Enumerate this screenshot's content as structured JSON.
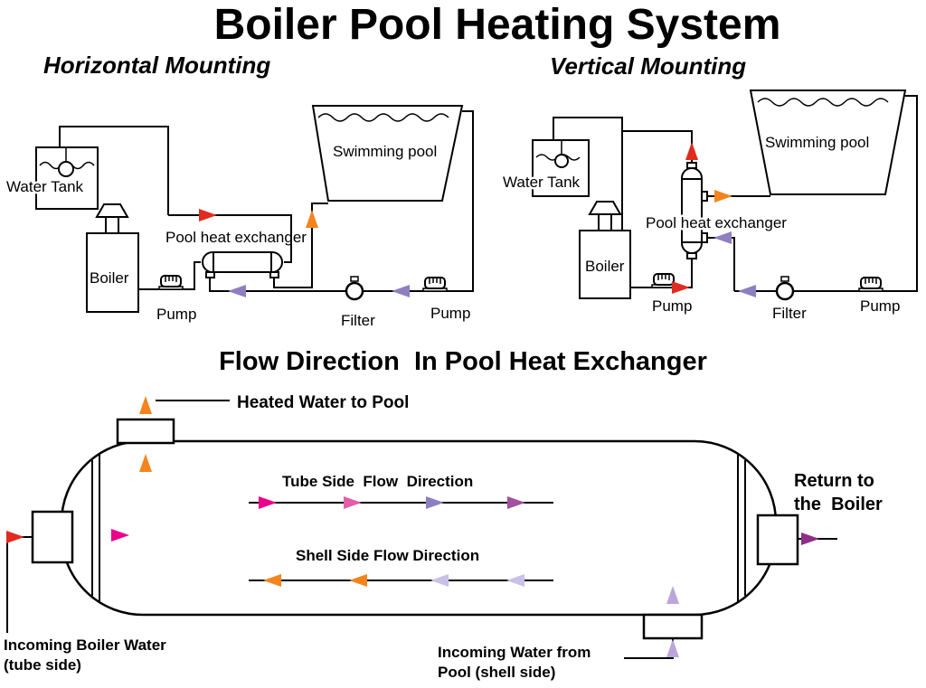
{
  "title": "Boiler Pool Heating System",
  "colors": {
    "green": "#009B48",
    "red": "#E02B20",
    "orange": "#F5841F",
    "magenta": "#EB008B",
    "pink": "#E35FA8",
    "violet": "#8F7FC0",
    "plum": "#A3509E",
    "purple": "#8F2D8B",
    "lavender": "#C9C0E6",
    "light_purple": "#BBA6D9"
  },
  "horizontal": {
    "heading": "Horizontal Mounting",
    "water_tank": "Water Tank",
    "boiler": "Boiler",
    "heat_exchanger": "Pool heat exchanger",
    "pump_left": "Pump",
    "filter": "Filter",
    "pump_right": "Pump",
    "swimming_pool": "Swimming pool"
  },
  "vertical": {
    "heading": "Vertical Mounting",
    "water_tank": "Water Tank",
    "boiler": "Boiler",
    "heat_exchanger": "Pool heat exchanger",
    "pump_left": "Pump",
    "filter": "Filter",
    "pump_right": "Pump",
    "swimming_pool": "Swimming pool"
  },
  "flow": {
    "heading": "Flow Direction  In Pool Heat Exchanger",
    "heated_water": "Heated Water to Pool",
    "tube_side": "Tube Side  Flow  Direction",
    "shell_side": "Shell Side Flow Direction",
    "return_line1": "Return to",
    "return_line2": "the  Boiler",
    "incoming_boiler_line1": "Incoming Boiler Water",
    "incoming_boiler_line2": "(tube side)",
    "incoming_pool_line1": "Incoming Water from",
    "incoming_pool_line2": "Pool (shell side)"
  }
}
